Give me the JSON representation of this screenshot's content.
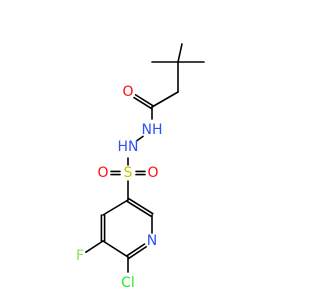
{
  "molecule": {
    "atoms": [
      {
        "id": "Me1",
        "el": "C"
      },
      {
        "id": "Me2",
        "el": "C"
      },
      {
        "id": "Cq",
        "el": "C"
      },
      {
        "id": "Me3",
        "el": "C"
      },
      {
        "id": "CH2",
        "el": "C"
      },
      {
        "id": "Cc",
        "el": "C"
      },
      {
        "id": "O1",
        "el": "O",
        "label": "O",
        "color": "#ff0d0d"
      },
      {
        "id": "N1",
        "el": "N",
        "label": "NH",
        "color": "#3050f8"
      },
      {
        "id": "N2",
        "el": "N",
        "label": "HN",
        "color": "#3050f8"
      },
      {
        "id": "S",
        "el": "S",
        "label": "S",
        "color": "#c8c800"
      },
      {
        "id": "O2",
        "el": "O",
        "label": "O",
        "color": "#ff0d0d"
      },
      {
        "id": "O3",
        "el": "O",
        "label": "O",
        "color": "#ff0d0d"
      },
      {
        "id": "C3",
        "el": "C"
      },
      {
        "id": "C2",
        "el": "C"
      },
      {
        "id": "N3",
        "el": "N",
        "label": "N",
        "color": "#3050f8"
      },
      {
        "id": "C6",
        "el": "C"
      },
      {
        "id": "C5",
        "el": "C"
      },
      {
        "id": "C4",
        "el": "C"
      },
      {
        "id": "F",
        "el": "F",
        "label": "F",
        "color": "#90e050"
      },
      {
        "id": "Cl",
        "el": "Cl",
        "label": "Cl",
        "color": "#1ff01f"
      }
    ],
    "bonds": [
      {
        "a": "Me1",
        "b": "Cq",
        "order": 1
      },
      {
        "a": "Me2",
        "b": "Cq",
        "order": 1
      },
      {
        "a": "Cq",
        "b": "Me3",
        "order": 1
      },
      {
        "a": "Cq",
        "b": "CH2",
        "order": 1
      },
      {
        "a": "CH2",
        "b": "Cc",
        "order": 1
      },
      {
        "a": "Cc",
        "b": "O1",
        "order": 2
      },
      {
        "a": "Cc",
        "b": "N1",
        "order": 1
      },
      {
        "a": "N1",
        "b": "N2",
        "order": 1
      },
      {
        "a": "N2",
        "b": "S",
        "order": 1
      },
      {
        "a": "S",
        "b": "O2",
        "order": 2
      },
      {
        "a": "S",
        "b": "O3",
        "order": 2
      },
      {
        "a": "S",
        "b": "C3",
        "order": 1
      },
      {
        "a": "C3",
        "b": "C2",
        "order": 2
      },
      {
        "a": "C2",
        "b": "N3",
        "order": 1
      },
      {
        "a": "N3",
        "b": "C6",
        "order": 2
      },
      {
        "a": "C6",
        "b": "C5",
        "order": 1
      },
      {
        "a": "C5",
        "b": "C4",
        "order": 2
      },
      {
        "a": "C4",
        "b": "C3",
        "order": 1
      },
      {
        "a": "C5",
        "b": "F",
        "order": 1
      },
      {
        "a": "C6",
        "b": "Cl",
        "order": 1
      }
    ]
  }
}
